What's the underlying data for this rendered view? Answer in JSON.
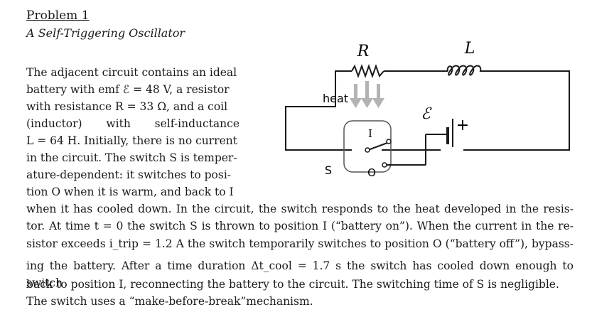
{
  "header": {
    "problem_number": "Problem 1",
    "problem_title": "A Self-Triggering Oscillator"
  },
  "intro_lines": [
    "The adjacent circuit contains an ideal",
    "battery with emf ℰ = 48 V, a resistor",
    "with resistance R = 33 Ω, and a coil",
    "(inductor) with self-inductance",
    "L = 64 H. Initially, there is no current",
    "in the circuit. The switch S is temper-",
    "ature-dependent: it switches to posi-",
    "tion O when it is warm, and back to I"
  ],
  "body_lines": [
    "when it has cooled down. In the circuit, the switch responds to the heat developed in the resis-",
    "tor. At time t = 0 the switch S is thrown to position I (“battery on”). When the current in the re-",
    "sistor exceeds i_trip = 1.2 A the switch temporarily switches to position O (“battery off”), bypass-",
    "ing the battery. After a time duration Δt_cool = 1.7 s the switch has cooled down enough to switch",
    "back to position I, reconnecting the battery to the circuit. The switching time of S is negligible.",
    "The switch uses a “make-before-break”mechanism."
  ],
  "circuit_labels": {
    "resistor": "R",
    "inductor": "L",
    "emf": "ℰ",
    "heat": "heat",
    "switch": "S",
    "pos_i": "I",
    "pos_o": "O",
    "battery_plus": "+"
  },
  "colors": {
    "heat_arrow": "#b3b3b3",
    "text": "#1a1a1a"
  }
}
